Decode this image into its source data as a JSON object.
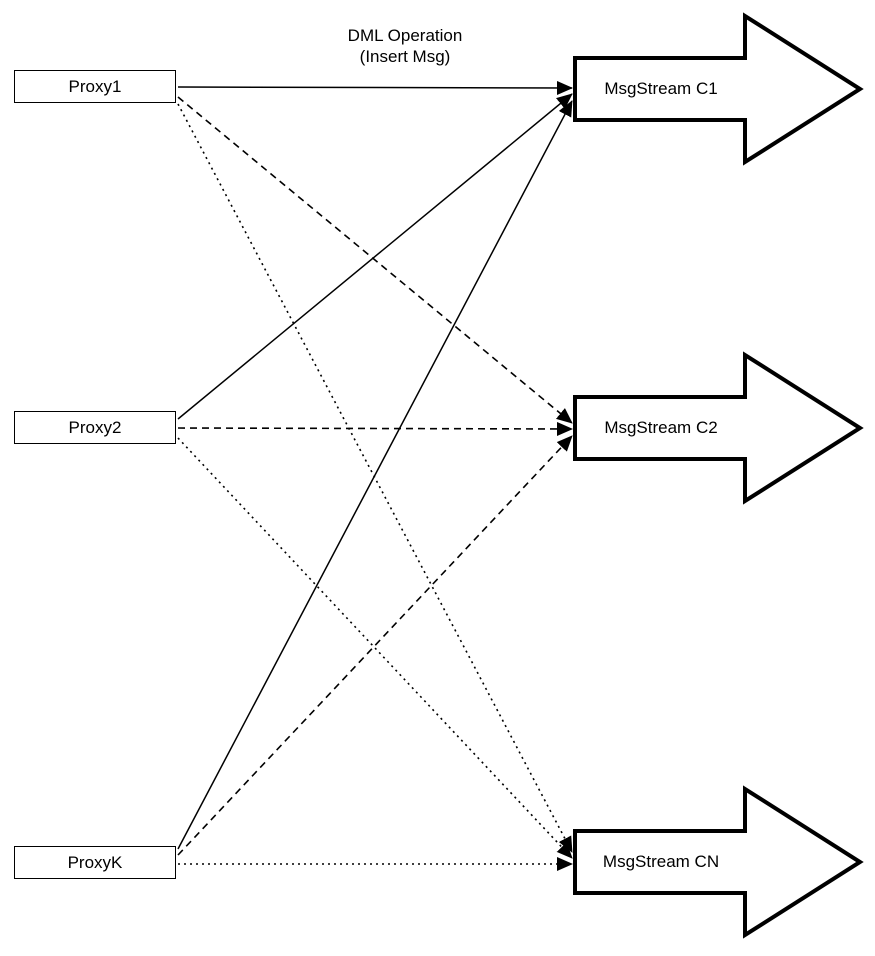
{
  "title": {
    "line1": "DML Operation",
    "line2": "(Insert Msg)"
  },
  "proxies": [
    {
      "label": "Proxy1"
    },
    {
      "label": "Proxy2"
    },
    {
      "label": "ProxyK"
    }
  ],
  "streams": [
    {
      "label": "MsgStream C1"
    },
    {
      "label": "MsgStream C2"
    },
    {
      "label": "MsgStream CN"
    }
  ],
  "edges": [
    {
      "from": "Proxy1",
      "to": "MsgStream C1",
      "style": "solid"
    },
    {
      "from": "Proxy2",
      "to": "MsgStream C1",
      "style": "solid"
    },
    {
      "from": "ProxyK",
      "to": "MsgStream C1",
      "style": "solid"
    },
    {
      "from": "Proxy1",
      "to": "MsgStream C2",
      "style": "dashed"
    },
    {
      "from": "Proxy2",
      "to": "MsgStream C2",
      "style": "dashed"
    },
    {
      "from": "ProxyK",
      "to": "MsgStream C2",
      "style": "dashed"
    },
    {
      "from": "Proxy1",
      "to": "MsgStream CN",
      "style": "dotted"
    },
    {
      "from": "Proxy2",
      "to": "MsgStream CN",
      "style": "dotted"
    },
    {
      "from": "ProxyK",
      "to": "MsgStream CN",
      "style": "dotted"
    }
  ],
  "colors": {
    "stroke": "#000000",
    "fill": "#ffffff"
  }
}
